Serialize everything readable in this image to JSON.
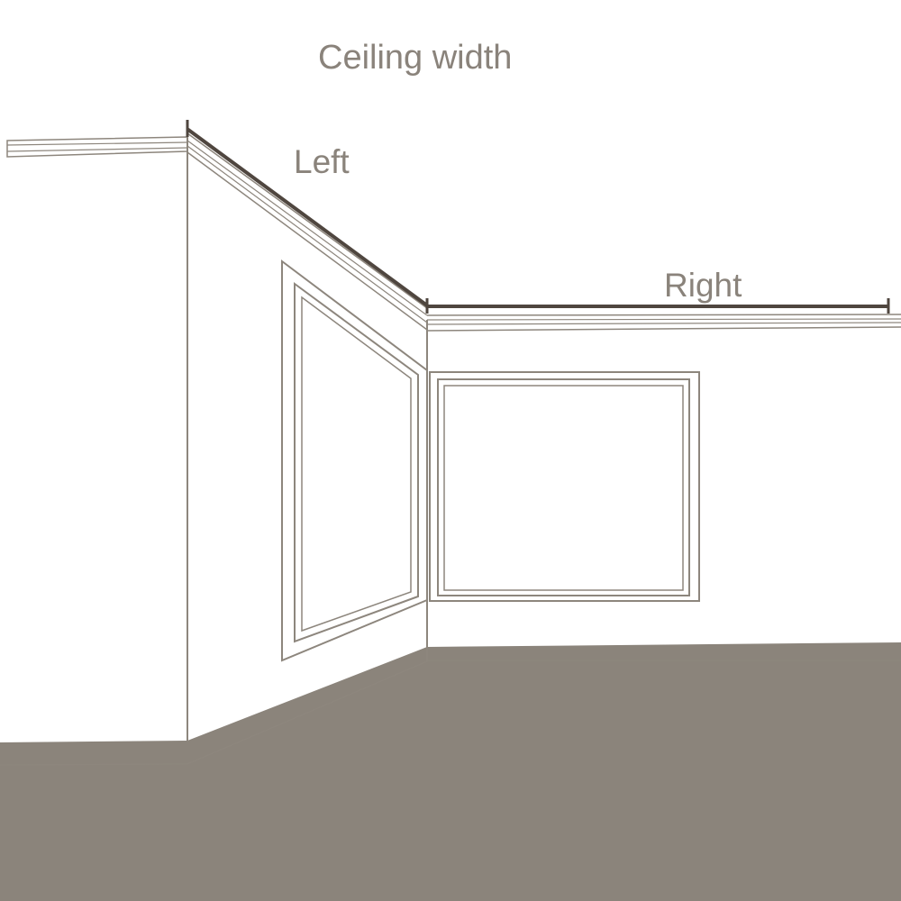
{
  "labels": {
    "title": "Ceiling width",
    "left": "Left",
    "right": "Right"
  },
  "colors": {
    "background": "#ffffff",
    "label_text": "#8a837b",
    "outline": "#8d867d",
    "floor": "#8b847b",
    "measure_line": "#4f463f"
  }
}
